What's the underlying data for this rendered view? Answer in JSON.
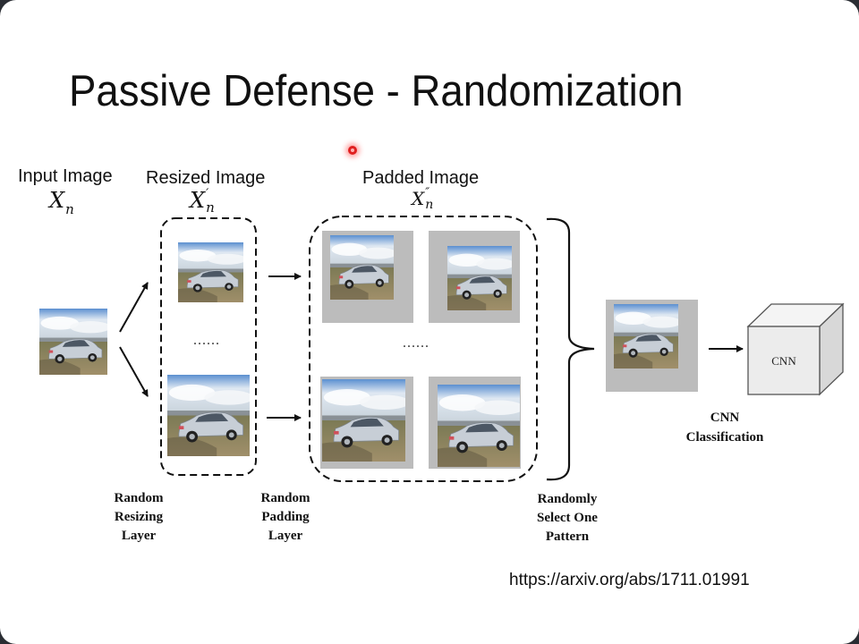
{
  "slide": {
    "title": "Passive Defense - Randomization",
    "reference_url": "https://arxiv.org/abs/1711.01991"
  },
  "diagram": {
    "stages": {
      "input": {
        "heading": "Input Image",
        "symbol": "X",
        "subscript": "n",
        "prime": ""
      },
      "resized": {
        "heading": "Resized Image",
        "symbol": "X",
        "subscript": "n",
        "prime": "′"
      },
      "padded": {
        "heading": "Padded Image",
        "symbol": "X",
        "subscript": "n",
        "prime": "″"
      }
    },
    "ellipsis": "......",
    "layers": {
      "resizing": [
        "Random",
        "Resizing",
        "Layer"
      ],
      "padding": [
        "Random",
        "Padding",
        "Layer"
      ],
      "select": [
        "Randomly",
        "Select One",
        "Pattern"
      ]
    },
    "cnn_box_label": "CNN",
    "cnn_caption": [
      "CNN",
      "Classification"
    ]
  },
  "colors": {
    "pad_gray": "#bcbcbc",
    "laser_pointer": "#e02020",
    "background_frame": "#2a2d33"
  }
}
